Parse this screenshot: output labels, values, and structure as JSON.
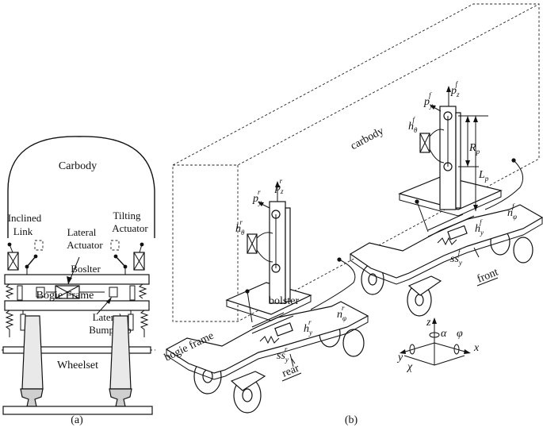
{
  "panel_a": {
    "caption": "(a)",
    "labels": {
      "carbody": "Carbody",
      "inclined_link_1": "Inclined",
      "inclined_link_2": "Link",
      "tilting_actuator_1": "Tilting",
      "tilting_actuator_2": "Actuator",
      "lateral_actuator_1": "Lateral",
      "lateral_actuator_2": "Actuator",
      "bolster": "Boslter",
      "bogie_frame": "Bogie Frame",
      "lateral_bumpstop_1": "Lateral",
      "lateral_bumpstop_2": "Bumpstop",
      "wheelset": "Wheelset"
    }
  },
  "panel_b": {
    "caption": "(b)",
    "labels": {
      "carbody": "carbody",
      "bolster": "bolster",
      "bogie_frame": "bogie frame",
      "rear": "rear",
      "front": "front"
    },
    "symbols": {
      "p": "p",
      "h": "h",
      "n": "n",
      "ss": "ss",
      "R": "R",
      "L": "L",
      "sub_y": "y",
      "sub_z": "z",
      "sub_theta": "θ",
      "sub_phi": "φ",
      "sub_p": "p",
      "sup_r": "r",
      "sup_f": "f"
    },
    "axes": {
      "x": "x",
      "y": "y",
      "z": "z",
      "alpha": "α",
      "phi": "φ",
      "chi": "χ"
    }
  }
}
